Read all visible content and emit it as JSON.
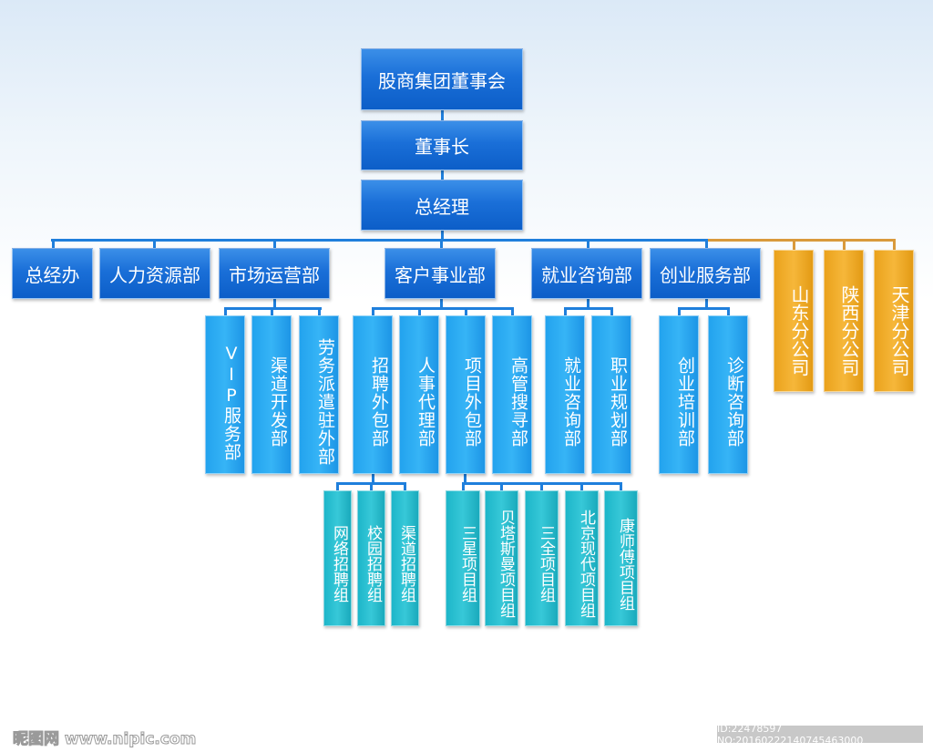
{
  "board": "股商集团董事会",
  "chairman": "董事长",
  "general_manager": "总经理",
  "departments": [
    "总经办",
    "人力资源部",
    "市场运营部",
    "客户事业部",
    "就业咨询部",
    "创业服务部"
  ],
  "branches": [
    "山东分公司",
    "陕西分公司",
    "天津分公司"
  ],
  "sub_departments": [
    "VIP服务部",
    "渠道开发部",
    "劳务派遣驻外部",
    "招聘外包部",
    "人事代理部",
    "项目外包部",
    "高管搜寻部",
    "就业咨询部",
    "职业规划部",
    "创业培训部",
    "诊断咨询部"
  ],
  "groups": [
    "网络招聘组",
    "校园招聘组",
    "渠道招聘组",
    "三星项目组",
    "贝塔斯曼项目组",
    "三全项目组",
    "北京现代项目组",
    "康师傅项目组"
  ],
  "watermark": "昵图网 www.nipic.com",
  "image_id": "ID:22478597 NO:20160222140745463000",
  "colors": {
    "blue": "#1a6fd8",
    "light_blue": "#2aa8f0",
    "teal": "#2bbccf",
    "orange": "#f0aa28"
  }
}
